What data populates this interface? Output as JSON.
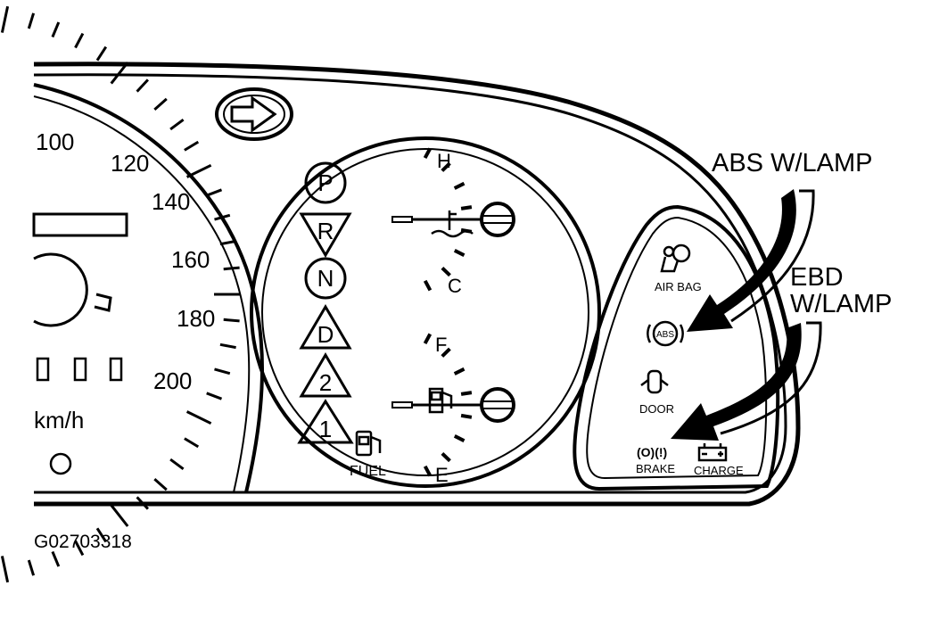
{
  "speedometer": {
    "ticks": [
      "100",
      "120",
      "140",
      "160",
      "180",
      "200"
    ],
    "unit": "km/h"
  },
  "gear_indicator": [
    "P",
    "R",
    "N",
    "D",
    "2",
    "1"
  ],
  "temp_gauge": {
    "hot": "H",
    "cold": "C",
    "icon": "coolant-temperature-icon"
  },
  "fuel_gauge": {
    "full": "F",
    "empty": "E",
    "label": "FUEL",
    "icon": "fuel-pump-icon"
  },
  "warning_lamps": {
    "airbag": "AIR BAG",
    "abs": "ABS",
    "door": "DOOR",
    "brake_symbol": "(O)(!)",
    "brake": "BRAKE",
    "charge": "CHARGE"
  },
  "callouts": {
    "abs": "ABS W/LAMP",
    "ebd_line1": "EBD",
    "ebd_line2": "W/LAMP"
  },
  "figure_id": "G02703318"
}
